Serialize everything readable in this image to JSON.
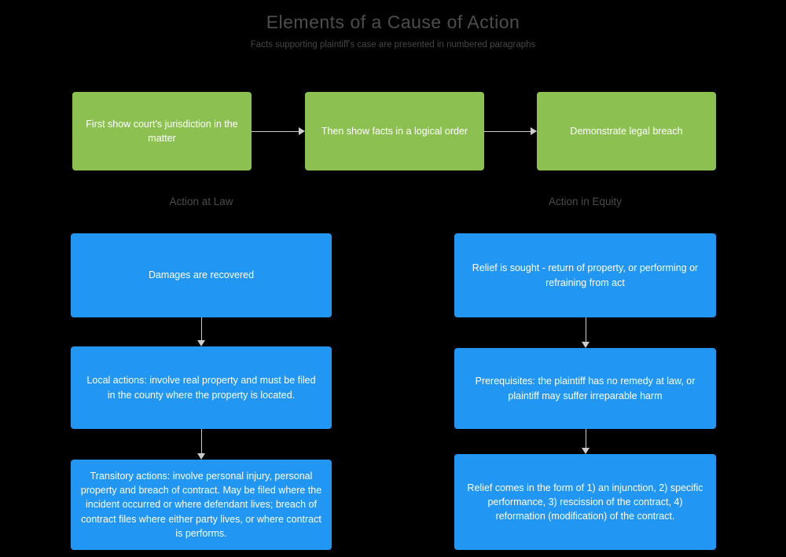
{
  "title": "Elements of a Cause of Action",
  "subtitle": "Facts supporting plaintiff's case are presented in numbered paragraphs",
  "colors": {
    "background": "#000000",
    "green_box": "#8cc152",
    "blue_box": "#2196f3",
    "box_text": "#ffffff",
    "title_text": "#4d4d4d",
    "subtitle_text": "#474747",
    "heading_text": "#4c4c4c",
    "arrow": "#cccccc"
  },
  "top_flow": {
    "steps": [
      "First show court's jurisdiction in the matter",
      "Then show facts in a logical order",
      "Demonstrate legal breach"
    ]
  },
  "law_column": {
    "heading": "Action at Law",
    "steps": [
      "Damages are recovered",
      "Local actions: involve real property and must be filed in the county where the property is located.",
      "Transitory actions: involve personal injury, personal property and breach of contract. May be filed where the incident occurred or where defendant lives; breach of contract files where either party lives, or where contract is performs."
    ]
  },
  "equity_column": {
    "heading": "Action in Equity",
    "steps": [
      "Relief is sought - return of property, or performing or refraining from act",
      "Prerequisites: the plaintiff has no remedy at law, or plaintiff may suffer irreparable harm",
      "Relief comes in the form of 1) an injunction, 2) specific performance, 3) rescission of the contract, 4) reformation (modification) of the contract."
    ]
  }
}
